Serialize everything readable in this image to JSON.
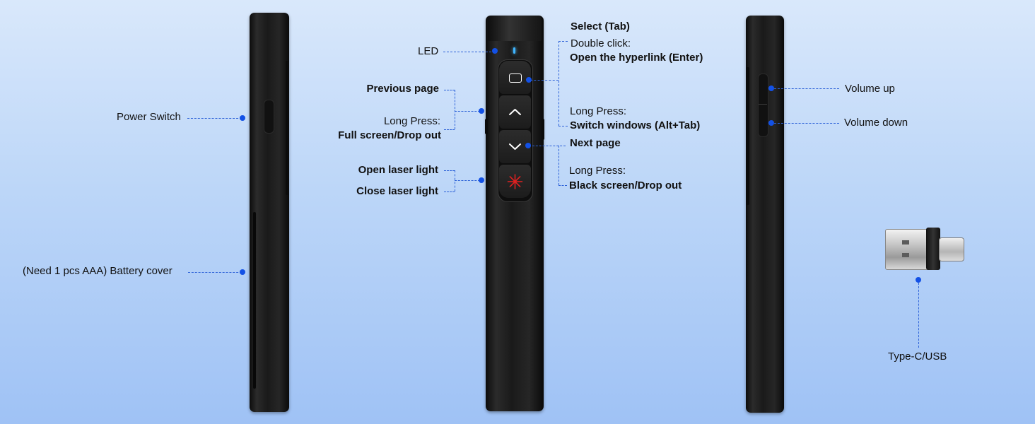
{
  "labels": {
    "power_switch": "Power Switch",
    "battery_cover": "(Need 1 pcs AAA) Battery cover",
    "led": "LED",
    "previous_page": "Previous page",
    "long_press": "Long Press:",
    "full_screen": "Full screen/Drop out",
    "open_laser": "Open laser light",
    "close_laser": "Close laser light",
    "select_tab": "Select (Tab)",
    "double_click": "Double click:",
    "open_hyperlink": "Open the hyperlink (Enter)",
    "switch_windows": "Switch windows (Alt+Tab)",
    "next_page": "Next page",
    "black_screen": "Black screen/Drop out",
    "volume_up": "Volume up",
    "volume_down": "Volume down",
    "type_c_usb": "Type-C/USB"
  },
  "colors": {
    "accent": "#1351e6",
    "laser": "#e02020",
    "led": "#3fb4ff"
  },
  "icons": {
    "select": "rounded-rect-icon",
    "previous": "chevron-up-icon",
    "next": "chevron-down-icon",
    "laser": "asterisk-icon"
  }
}
